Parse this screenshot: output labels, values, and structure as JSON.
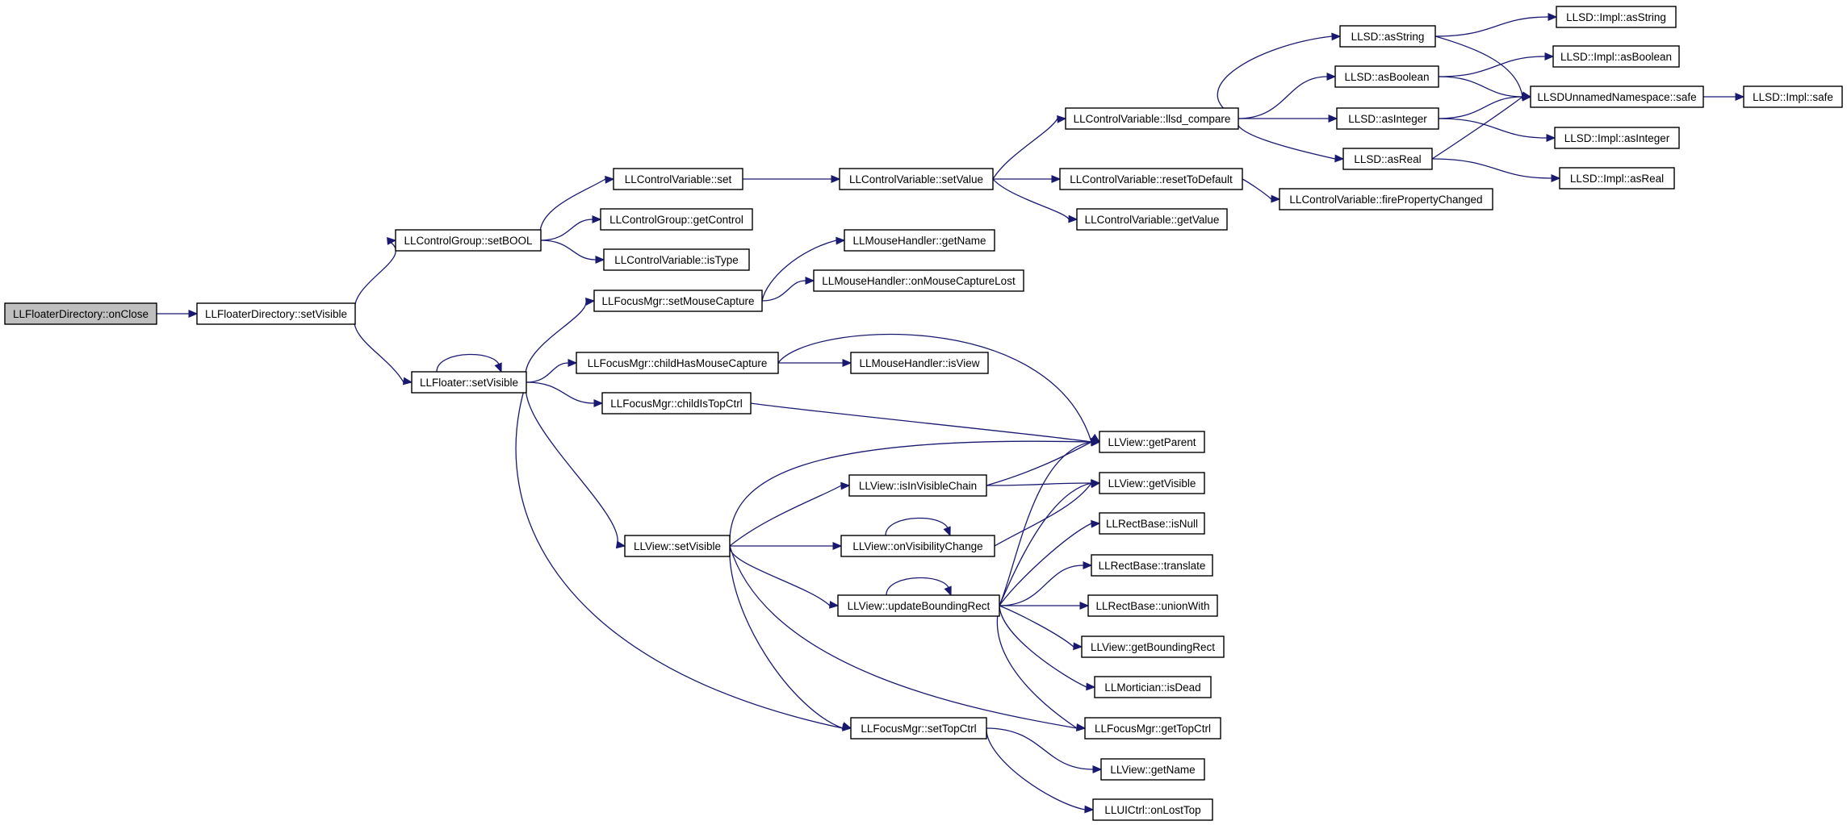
{
  "graph": {
    "edge_color": "#191970",
    "root_fill": "#bfbfbf",
    "nodes": [
      {
        "id": "onClose",
        "label": "LLFloaterDirectory::onClose",
        "root": true
      },
      {
        "id": "fdSetVisible",
        "label": "LLFloaterDirectory::setVisible"
      },
      {
        "id": "cgSetBOOL",
        "label": "LLControlGroup::setBOOL"
      },
      {
        "id": "cvSet",
        "label": "LLControlVariable::set"
      },
      {
        "id": "cgGetControl",
        "label": "LLControlGroup::getControl"
      },
      {
        "id": "cvIsType",
        "label": "LLControlVariable::isType"
      },
      {
        "id": "cvSetValue",
        "label": "LLControlVariable::setValue"
      },
      {
        "id": "cvLlsdCompare",
        "label": "LLControlVariable::llsd_compare"
      },
      {
        "id": "cvResetToDefault",
        "label": "LLControlVariable::resetToDefault"
      },
      {
        "id": "cvGetValue",
        "label": "LLControlVariable::getValue"
      },
      {
        "id": "cvFirePropertyChanged",
        "label": "LLControlVariable::firePropertyChanged"
      },
      {
        "id": "sdAsString",
        "label": "LLSD::asString"
      },
      {
        "id": "sdAsBoolean",
        "label": "LLSD::asBoolean"
      },
      {
        "id": "sdAsInteger",
        "label": "LLSD::asInteger"
      },
      {
        "id": "sdAsReal",
        "label": "LLSD::asReal"
      },
      {
        "id": "implAsString",
        "label": "LLSD::Impl::asString"
      },
      {
        "id": "implAsBoolean",
        "label": "LLSD::Impl::asBoolean"
      },
      {
        "id": "unnamedSafe",
        "label": "LLSDUnnamedNamespace::safe"
      },
      {
        "id": "implSafe",
        "label": "LLSD::Impl::safe"
      },
      {
        "id": "implAsInteger",
        "label": "LLSD::Impl::asInteger"
      },
      {
        "id": "implAsReal",
        "label": "LLSD::Impl::asReal"
      },
      {
        "id": "fSetVisible",
        "label": "LLFloater::setVisible"
      },
      {
        "id": "fmSetMouseCapture",
        "label": "LLFocusMgr::setMouseCapture"
      },
      {
        "id": "mhGetName",
        "label": "LLMouseHandler::getName"
      },
      {
        "id": "mhOnMouseCaptureLost",
        "label": "LLMouseHandler::onMouseCaptureLost"
      },
      {
        "id": "fmChildHasMouseCapture",
        "label": "LLFocusMgr::childHasMouseCapture"
      },
      {
        "id": "mhIsView",
        "label": "LLMouseHandler::isView"
      },
      {
        "id": "fmChildIsTopCtrl",
        "label": "LLFocusMgr::childIsTopCtrl"
      },
      {
        "id": "vGetParent",
        "label": "LLView::getParent"
      },
      {
        "id": "vIsInVisibleChain",
        "label": "LLView::isInVisibleChain"
      },
      {
        "id": "vGetVisible",
        "label": "LLView::getVisible"
      },
      {
        "id": "vSetVisible",
        "label": "LLView::setVisible"
      },
      {
        "id": "vOnVisibilityChange",
        "label": "LLView::onVisibilityChange"
      },
      {
        "id": "rbIsNull",
        "label": "LLRectBase::isNull"
      },
      {
        "id": "rbTranslate",
        "label": "LLRectBase::translate"
      },
      {
        "id": "vUpdateBoundingRect",
        "label": "LLView::updateBoundingRect"
      },
      {
        "id": "rbUnionWith",
        "label": "LLRectBase::unionWith"
      },
      {
        "id": "vGetBoundingRect",
        "label": "LLView::getBoundingRect"
      },
      {
        "id": "mIsDead",
        "label": "LLMortician::isDead"
      },
      {
        "id": "fmSetTopCtrl",
        "label": "LLFocusMgr::setTopCtrl"
      },
      {
        "id": "fmGetTopCtrl",
        "label": "LLFocusMgr::getTopCtrl"
      },
      {
        "id": "vGetName",
        "label": "LLView::getName"
      },
      {
        "id": "uiOnLostTop",
        "label": "LLUICtrl::onLostTop"
      }
    ],
    "edges": [
      [
        "onClose",
        "fdSetVisible"
      ],
      [
        "fdSetVisible",
        "cgSetBOOL"
      ],
      [
        "fdSetVisible",
        "fSetVisible"
      ],
      [
        "cgSetBOOL",
        "cvSet"
      ],
      [
        "cgSetBOOL",
        "cgGetControl"
      ],
      [
        "cgSetBOOL",
        "cvIsType"
      ],
      [
        "cvSet",
        "cvSetValue"
      ],
      [
        "cvSetValue",
        "cvLlsdCompare"
      ],
      [
        "cvSetValue",
        "cvResetToDefault"
      ],
      [
        "cvSetValue",
        "cvGetValue"
      ],
      [
        "cvResetToDefault",
        "cvFirePropertyChanged"
      ],
      [
        "cvLlsdCompare",
        "sdAsString"
      ],
      [
        "cvLlsdCompare",
        "sdAsBoolean"
      ],
      [
        "cvLlsdCompare",
        "sdAsInteger"
      ],
      [
        "cvLlsdCompare",
        "sdAsReal"
      ],
      [
        "sdAsString",
        "implAsString"
      ],
      [
        "sdAsString",
        "unnamedSafe"
      ],
      [
        "sdAsBoolean",
        "implAsBoolean"
      ],
      [
        "sdAsBoolean",
        "unnamedSafe"
      ],
      [
        "sdAsInteger",
        "unnamedSafe"
      ],
      [
        "sdAsInteger",
        "implAsInteger"
      ],
      [
        "sdAsReal",
        "unnamedSafe"
      ],
      [
        "sdAsReal",
        "implAsReal"
      ],
      [
        "unnamedSafe",
        "implSafe"
      ],
      [
        "fSetVisible",
        "fSetVisible"
      ],
      [
        "fSetVisible",
        "fmSetMouseCapture"
      ],
      [
        "fSetVisible",
        "fmChildHasMouseCapture"
      ],
      [
        "fSetVisible",
        "fmChildIsTopCtrl"
      ],
      [
        "fSetVisible",
        "vSetVisible"
      ],
      [
        "fSetVisible",
        "fmSetTopCtrl"
      ],
      [
        "fmSetMouseCapture",
        "mhGetName"
      ],
      [
        "fmSetMouseCapture",
        "mhOnMouseCaptureLost"
      ],
      [
        "fmChildHasMouseCapture",
        "mhIsView"
      ],
      [
        "fmChildHasMouseCapture",
        "vGetParent"
      ],
      [
        "fmChildIsTopCtrl",
        "vGetParent"
      ],
      [
        "vSetVisible",
        "vGetParent"
      ],
      [
        "vSetVisible",
        "vIsInVisibleChain"
      ],
      [
        "vSetVisible",
        "vOnVisibilityChange"
      ],
      [
        "vSetVisible",
        "vUpdateBoundingRect"
      ],
      [
        "vSetVisible",
        "fmGetTopCtrl"
      ],
      [
        "vSetVisible",
        "fmSetTopCtrl"
      ],
      [
        "vIsInVisibleChain",
        "vGetParent"
      ],
      [
        "vIsInVisibleChain",
        "vGetVisible"
      ],
      [
        "vOnVisibilityChange",
        "vOnVisibilityChange"
      ],
      [
        "vOnVisibilityChange",
        "vGetVisible"
      ],
      [
        "vUpdateBoundingRect",
        "vUpdateBoundingRect"
      ],
      [
        "vUpdateBoundingRect",
        "vGetParent"
      ],
      [
        "vUpdateBoundingRect",
        "vGetVisible"
      ],
      [
        "vUpdateBoundingRect",
        "rbIsNull"
      ],
      [
        "vUpdateBoundingRect",
        "rbTranslate"
      ],
      [
        "vUpdateBoundingRect",
        "rbUnionWith"
      ],
      [
        "vUpdateBoundingRect",
        "vGetBoundingRect"
      ],
      [
        "vUpdateBoundingRect",
        "mIsDead"
      ],
      [
        "vUpdateBoundingRect",
        "fmGetTopCtrl"
      ],
      [
        "fmSetTopCtrl",
        "vGetName"
      ],
      [
        "fmSetTopCtrl",
        "uiOnLostTop"
      ]
    ]
  }
}
